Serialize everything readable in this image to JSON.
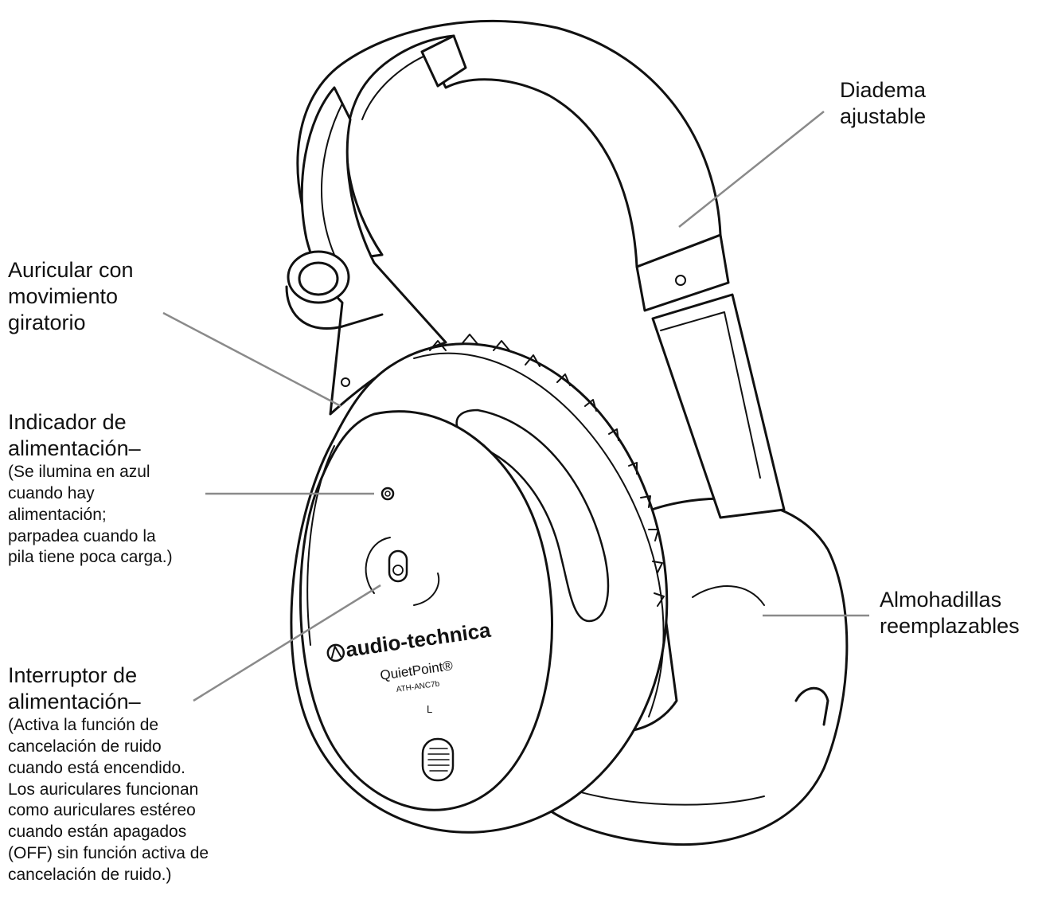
{
  "labels": {
    "headband": {
      "lines": [
        "Diadema",
        "ajustable"
      ]
    },
    "swivel_earcup": {
      "lines": [
        "Auricular con",
        "movimiento",
        "giratorio"
      ]
    },
    "power_indicator": {
      "title_lines": [
        "Indicador de",
        "alimentación–"
      ],
      "desc_lines": [
        "(Se ilumina en azul",
        "cuando hay",
        "alimentación;",
        "parpadea cuando la",
        "pila tiene poca carga.)"
      ]
    },
    "power_switch": {
      "title_lines": [
        "Interruptor de",
        "alimentación–"
      ],
      "desc_lines": [
        "(Activa la función de",
        "cancelación de ruido",
        "cuando está encendido.",
        "Los auriculares funcionan",
        "como auriculares estéreo",
        "cuando están apagados",
        "(OFF) sin función activa de",
        "cancelación de ruido.)"
      ]
    },
    "ear_pads": {
      "lines": [
        "Almohadillas",
        "reemplazables"
      ]
    }
  },
  "device": {
    "brand": "audio-technica",
    "model_name": "QuietPoint®",
    "model_number": "ATH-ANC7b",
    "side_marker": "L"
  },
  "colors": {
    "ink": "#111111",
    "leader": "#8a8a8a",
    "background": "#ffffff"
  }
}
